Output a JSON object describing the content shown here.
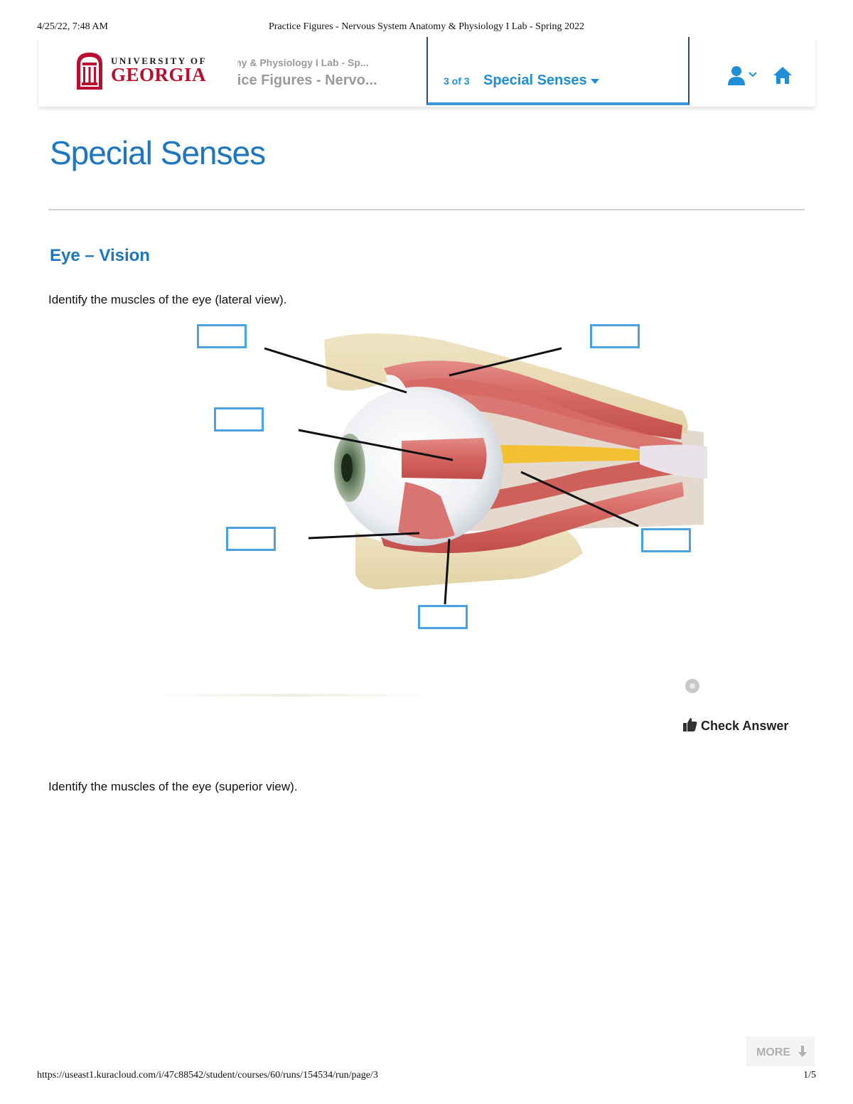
{
  "print_header": {
    "datetime": "4/25/22, 7:48 AM",
    "title": "Practice Figures - Nervous System Anatomy & Physiology I Lab - Spring 2022"
  },
  "print_footer": {
    "url": "https://useast1.kuracloud.com/i/47c88542/student/courses/60/runs/154534/run/page/3",
    "page": "1/5"
  },
  "logo": {
    "line1": "UNIVERSITY OF",
    "line2": "GEORGIA",
    "brand_color": "#ba0c2f"
  },
  "course": {
    "line1": "tomy & Physiology I Lab - Sp...",
    "line2": "ctice Figures - Nervo..."
  },
  "page_tab": {
    "count": "3 of 3",
    "title": "Special Senses"
  },
  "icons": {
    "user": "user-icon",
    "chevron": "chevron-down-icon",
    "home": "home-icon",
    "thumb": "thumbs-up-icon",
    "more_arrow": "arrow-down-icon"
  },
  "main": {
    "title": "Special Senses",
    "section": "Eye – Vision",
    "question1": "Identify the muscles of the eye (lateral view).",
    "question2": "Identify the muscles of the eye (superior view).",
    "check_answer": "Check Answer",
    "more": "MORE",
    "accent_color": "#1c76c0"
  },
  "figure": {
    "answer_boxes": [
      "",
      "",
      "",
      "",
      "",
      ""
    ]
  }
}
